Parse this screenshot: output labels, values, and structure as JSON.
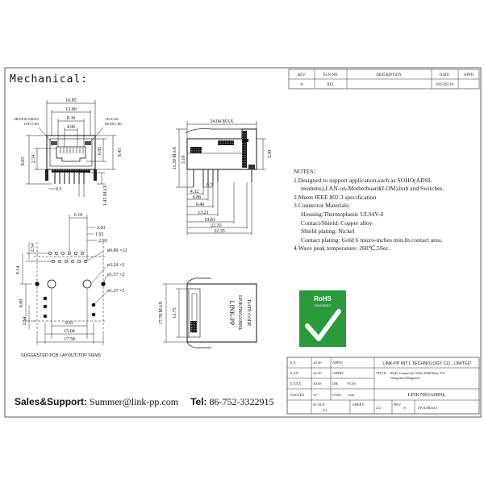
{
  "header": {
    "title": "Mechanical:",
    "rev_table": {
      "columns": [
        "REV.",
        "ECN NO.",
        "DESCRIPTION",
        "DATE",
        "APPD"
      ],
      "row": [
        "A",
        "REL",
        "",
        "2015/05/18",
        ""
      ]
    }
  },
  "front_view": {
    "top_dims": [
      "16.85",
      "12.00",
      "8.30",
      "4.06"
    ],
    "led_left": [
      "ORANGE/GREEN",
      "LEFT LED"
    ],
    "led_right": [
      "YELLOW",
      "RIGHT LED"
    ],
    "left_dims": [
      "8.65",
      "2.54"
    ],
    "right_dims": [
      "6.85",
      "8.45"
    ],
    "bottom_dims": [
      "0.5",
      "1.45 MAX"
    ]
  },
  "side_view": {
    "dims": [
      "24.04 MAX",
      "11.30 MAX",
      "3.18",
      "3.30",
      "0.5",
      "4.32",
      "6.86",
      "9.40",
      "13.21",
      "19.81",
      "22.35"
    ]
  },
  "pcb_layout": {
    "dims": [
      "6.10",
      "2.03",
      "1.02",
      "2.69",
      "2.54",
      "9.14",
      "8.89",
      "2.54",
      "9.65",
      "15.04",
      "17.58"
    ],
    "holes": [
      "ø0.89 ×12",
      "ø3.24 ×2",
      "ø1.57 ×2",
      "ø1.27 ×5"
    ],
    "caption": "SUGGESTED PCB LAYOUT(TOP VIEW)"
  },
  "top_view": {
    "dims": [
      "17.78 MAX",
      "13.75"
    ],
    "labels": [
      "LINK-PP",
      "LPJK7003A98NL",
      "DATE CODE"
    ]
  },
  "notes": {
    "heading": "NOTES:",
    "items": [
      "1.Designed to support application,such as SOHO(ADSL",
      "modems),LAN-on-Motherboard(LOM),hub and Switches.",
      "2.Meets IEEE 802.3 specification",
      "3.Connector Materials:",
      "Housing:Thermoplastic UL94V-0",
      "Contact/Shield: Copper alloy",
      "Shield plating: Nickel",
      "Contact plating: Gold 6 micro-inches min.In contact area.",
      "4.Wave peak temperature: 260℃,5Sec."
    ]
  },
  "rohs": {
    "label": "RoHS",
    "sub": "2002/95/EC",
    "color": "#2a9a3a"
  },
  "title_block": {
    "tol": [
      {
        "label": "X.X",
        "value": "±0.30"
      },
      {
        "label": "X.XX",
        "value": "±0.10"
      },
      {
        "label": "X.XXX",
        "value": "±0.05"
      },
      {
        "label": "ANGLES",
        "value": "±1°"
      }
    ],
    "appd": "APPD:",
    "chkd": "CHKD:",
    "dr_label": "DR:",
    "dr": "YGW",
    "unit_label": "UNIT:",
    "unit": "mm",
    "company": "LINK-PP INT'L TECHNOLOGY CO., LIMITED",
    "title_label": "TITLE:",
    "title_text": [
      "RJ45 Connector With 1000 Base TX",
      "Integrated Magnetic"
    ],
    "part_no": "LPJK7003A98NL",
    "scale_label": "SCALE:",
    "scale": "2/1",
    "sheet_label": "SHEET:",
    "sheet": "2/2",
    "rev_label": "REV:",
    "rev": "A",
    "doc": "LP1L082415"
  },
  "contact": {
    "sales_label": "Sales&Support:",
    "email": "Summer@link-pp.com",
    "tel_label": "Tel:",
    "tel": "86-752-3322915"
  }
}
